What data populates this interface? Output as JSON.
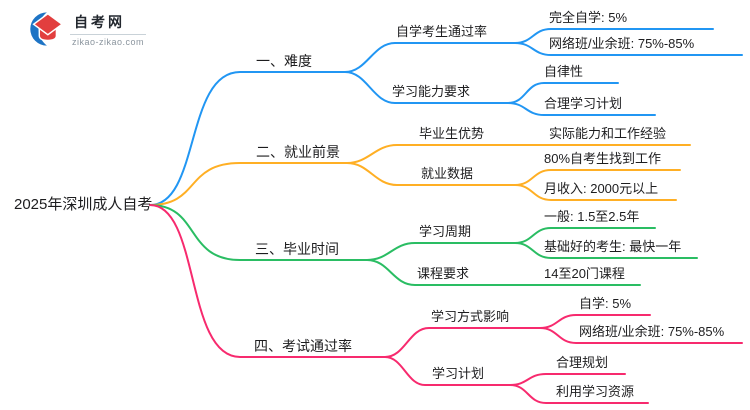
{
  "logo": {
    "site_name": "自考网",
    "site_url": "zikao-zikao.com"
  },
  "mindmap": {
    "root": {
      "label": "2025年深圳成人自考"
    },
    "branches": [
      {
        "label": "一、难度",
        "color": "#2196f3",
        "children": [
          {
            "label": "自学考生通过率",
            "children": [
              {
                "label": "完全自学: 5%"
              },
              {
                "label": "网络班/业余班: 75%-85%"
              }
            ]
          },
          {
            "label": "学习能力要求",
            "children": [
              {
                "label": "自律性"
              },
              {
                "label": "合理学习计划"
              }
            ]
          }
        ]
      },
      {
        "label": "二、就业前景",
        "color": "#ffaf24",
        "children": [
          {
            "label": "毕业生优势",
            "children": [
              {
                "label": "实际能力和工作经验"
              }
            ]
          },
          {
            "label": "就业数据",
            "children": [
              {
                "label": "80%自考生找到工作"
              },
              {
                "label": "月收入: 2000元以上"
              }
            ]
          }
        ]
      },
      {
        "label": "三、毕业时间",
        "color": "#2abd63",
        "children": [
          {
            "label": "学习周期",
            "children": [
              {
                "label": "一般: 1.5至2.5年"
              },
              {
                "label": "基础好的考生: 最快一年"
              }
            ]
          },
          {
            "label": "课程要求",
            "children": [
              {
                "label": "14至20门课程"
              }
            ]
          }
        ]
      },
      {
        "label": "四、考试通过率",
        "color": "#f72a6e",
        "children": [
          {
            "label": "学习方式影响",
            "children": [
              {
                "label": "自学: 5%"
              },
              {
                "label": "网络班/业余班: 75%-85%"
              }
            ]
          },
          {
            "label": "学习计划",
            "children": [
              {
                "label": "合理规划"
              },
              {
                "label": "利用学习资源"
              }
            ]
          }
        ]
      }
    ]
  }
}
